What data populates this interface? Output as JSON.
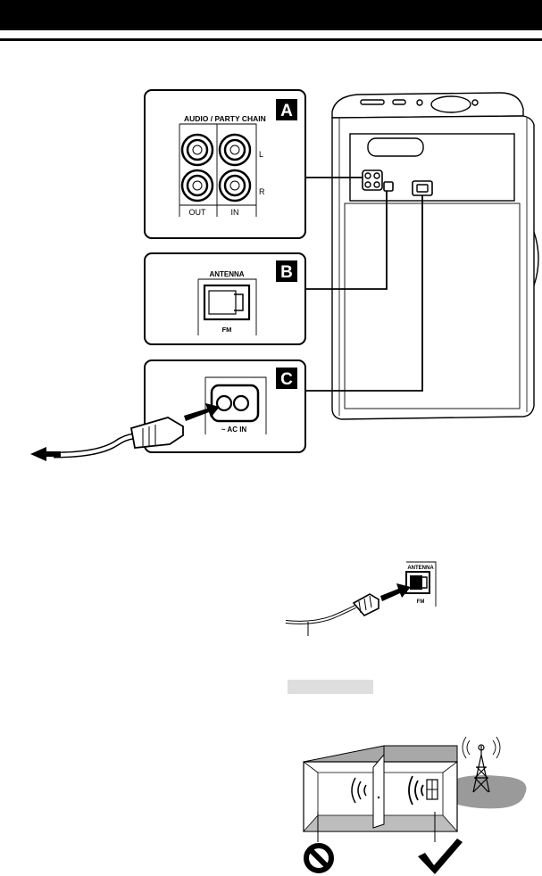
{
  "header": {
    "title": ""
  },
  "panel_a": {
    "letter": "A",
    "heading": "AUDIO / PARTY CHAIN",
    "label_l": "L",
    "label_r": "R",
    "label_out": "OUT",
    "label_in": "IN"
  },
  "panel_b": {
    "letter": "B",
    "heading": "ANTENNA",
    "label_fm": "FM"
  },
  "panel_c": {
    "letter": "C",
    "label_ac": "~ AC IN"
  },
  "antenna_detail": {
    "heading": "ANTENNA",
    "label_fm": "FM"
  },
  "colors": {
    "ink": "#000000",
    "panel_bg": "#ffffff",
    "shade": "#dedede",
    "roof": "#a8a8a8",
    "floor": "#bdbdbd",
    "ground": "#9a9a9a"
  },
  "icons": [
    "arrow-left-icon",
    "arrow-right-icon",
    "prohibited-icon",
    "checkmark-icon",
    "radio-tower-icon",
    "signal-waves-icon"
  ]
}
